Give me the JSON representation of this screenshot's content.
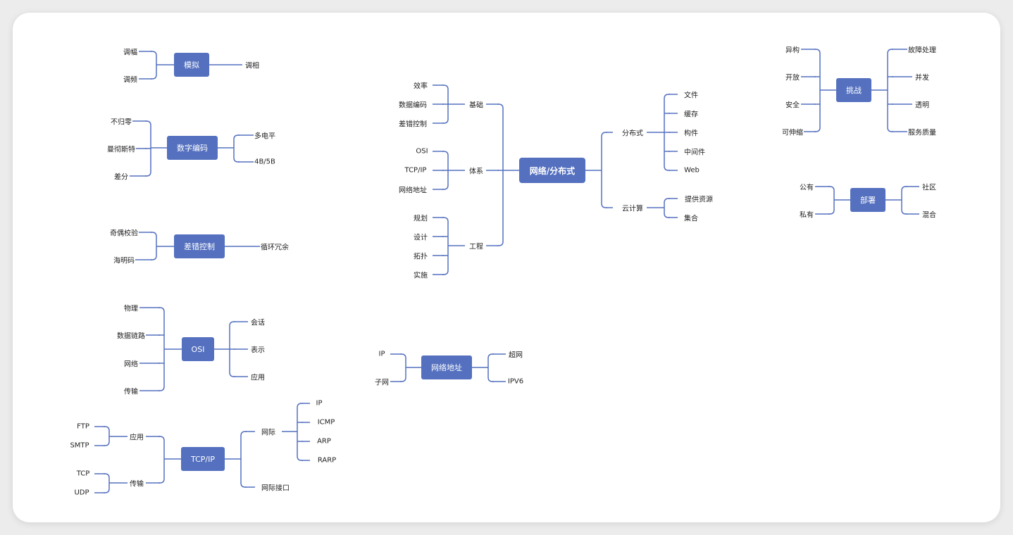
{
  "diagram": {
    "link_color": "#5470bf",
    "node_color": "#5470bf",
    "groups": {
      "modulation": {
        "center": "模拟",
        "left": [
          "调幅",
          "调频"
        ],
        "right": [
          "调相"
        ]
      },
      "digital_encoding": {
        "center": "数字编码",
        "left": [
          "不归零",
          "曼彻斯特",
          "差分"
        ],
        "right": [
          "多电平",
          "4B/5B"
        ]
      },
      "error_control": {
        "center": "差错控制",
        "left": [
          "奇偶校验",
          "海明码"
        ],
        "right": [
          "循环冗余"
        ]
      },
      "osi": {
        "center": "OSI",
        "left": [
          "物理",
          "数据链路",
          "网络",
          "传输"
        ],
        "right": [
          "会话",
          "表示",
          "应用"
        ]
      },
      "tcpip": {
        "center": "TCP/IP",
        "left_branches": [
          {
            "label": "应用",
            "leaves": [
              "FTP",
              "SMTP"
            ]
          },
          {
            "label": "传输",
            "leaves": [
              "TCP",
              "UDP"
            ]
          }
        ],
        "right_branches": [
          {
            "label": "网际",
            "leaves": [
              "IP",
              "ICMP",
              "ARP",
              "RARP"
            ]
          },
          {
            "label": "网际接口",
            "leaves": []
          }
        ]
      },
      "main": {
        "center": "网络/分布式",
        "left_branches": [
          {
            "label": "基础",
            "leaves": [
              "效率",
              "数据编码",
              "差错控制"
            ]
          },
          {
            "label": "体系",
            "leaves": [
              "OSI",
              "TCP/IP",
              "网络地址"
            ]
          },
          {
            "label": "工程",
            "leaves": [
              "规划",
              "设计",
              "拓扑",
              "实施"
            ]
          }
        ],
        "right_branches": [
          {
            "label": "分布式",
            "leaves": [
              "文件",
              "缓存",
              "构件",
              "中间件",
              "Web"
            ]
          },
          {
            "label": "云计算",
            "leaves": [
              "提供资源",
              "集合"
            ]
          }
        ]
      },
      "address": {
        "center": "网络地址",
        "left": [
          "IP",
          "子网"
        ],
        "right": [
          "超网",
          "IPV6"
        ]
      },
      "challenge": {
        "center": "挑战",
        "left": [
          "异构",
          "开放",
          "安全",
          "可伸缩"
        ],
        "right": [
          "故障处理",
          "并发",
          "透明",
          "服务质量"
        ]
      },
      "deploy": {
        "center": "部署",
        "left": [
          "公有",
          "私有"
        ],
        "right": [
          "社区",
          "混合"
        ]
      }
    }
  }
}
